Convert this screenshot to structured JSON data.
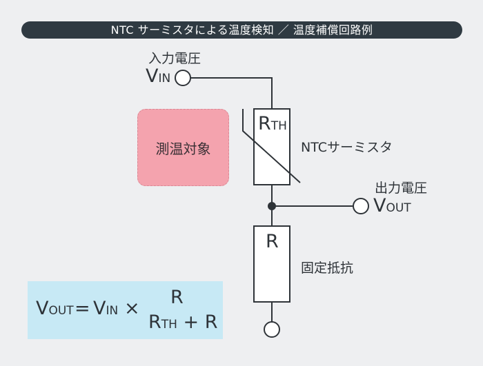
{
  "title": "NTC サーミスタによる温度検知 ／ 温度補償回路例",
  "input_label": "入力電圧",
  "input_symbol": {
    "main": "V",
    "sub": "IN"
  },
  "output_label": "出力電圧",
  "output_symbol": {
    "main": "V",
    "sub": "OUT"
  },
  "thermistor_symbol": {
    "main": "R",
    "sub": "TH"
  },
  "thermistor_label": "NTCサーミスタ",
  "resistor_symbol": "R",
  "resistor_label": "固定抵抗",
  "target_label": "測温対象",
  "formula": {
    "lhs_main": "V",
    "lhs_sub": "OUT",
    "equals": "=",
    "vin_main": "V",
    "vin_sub": "IN",
    "times": "×",
    "numerator": "R",
    "den_main": "R",
    "den_sub": "TH",
    "den_plus": "+ R"
  },
  "colors": {
    "wire": "#2e3338",
    "title_bg": "#2f3a42",
    "target_fill": "#f4a3ae",
    "formula_bg": "#c7e9f5",
    "background": "#eeeff1"
  }
}
